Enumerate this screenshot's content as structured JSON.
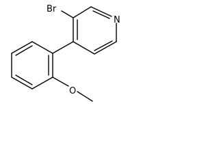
{
  "molecule": {
    "atom_labels": {
      "bromine": "Br",
      "nitrogen": "N",
      "oxygen": "O"
    },
    "bond_color": "#000000",
    "background": "#ffffff"
  }
}
